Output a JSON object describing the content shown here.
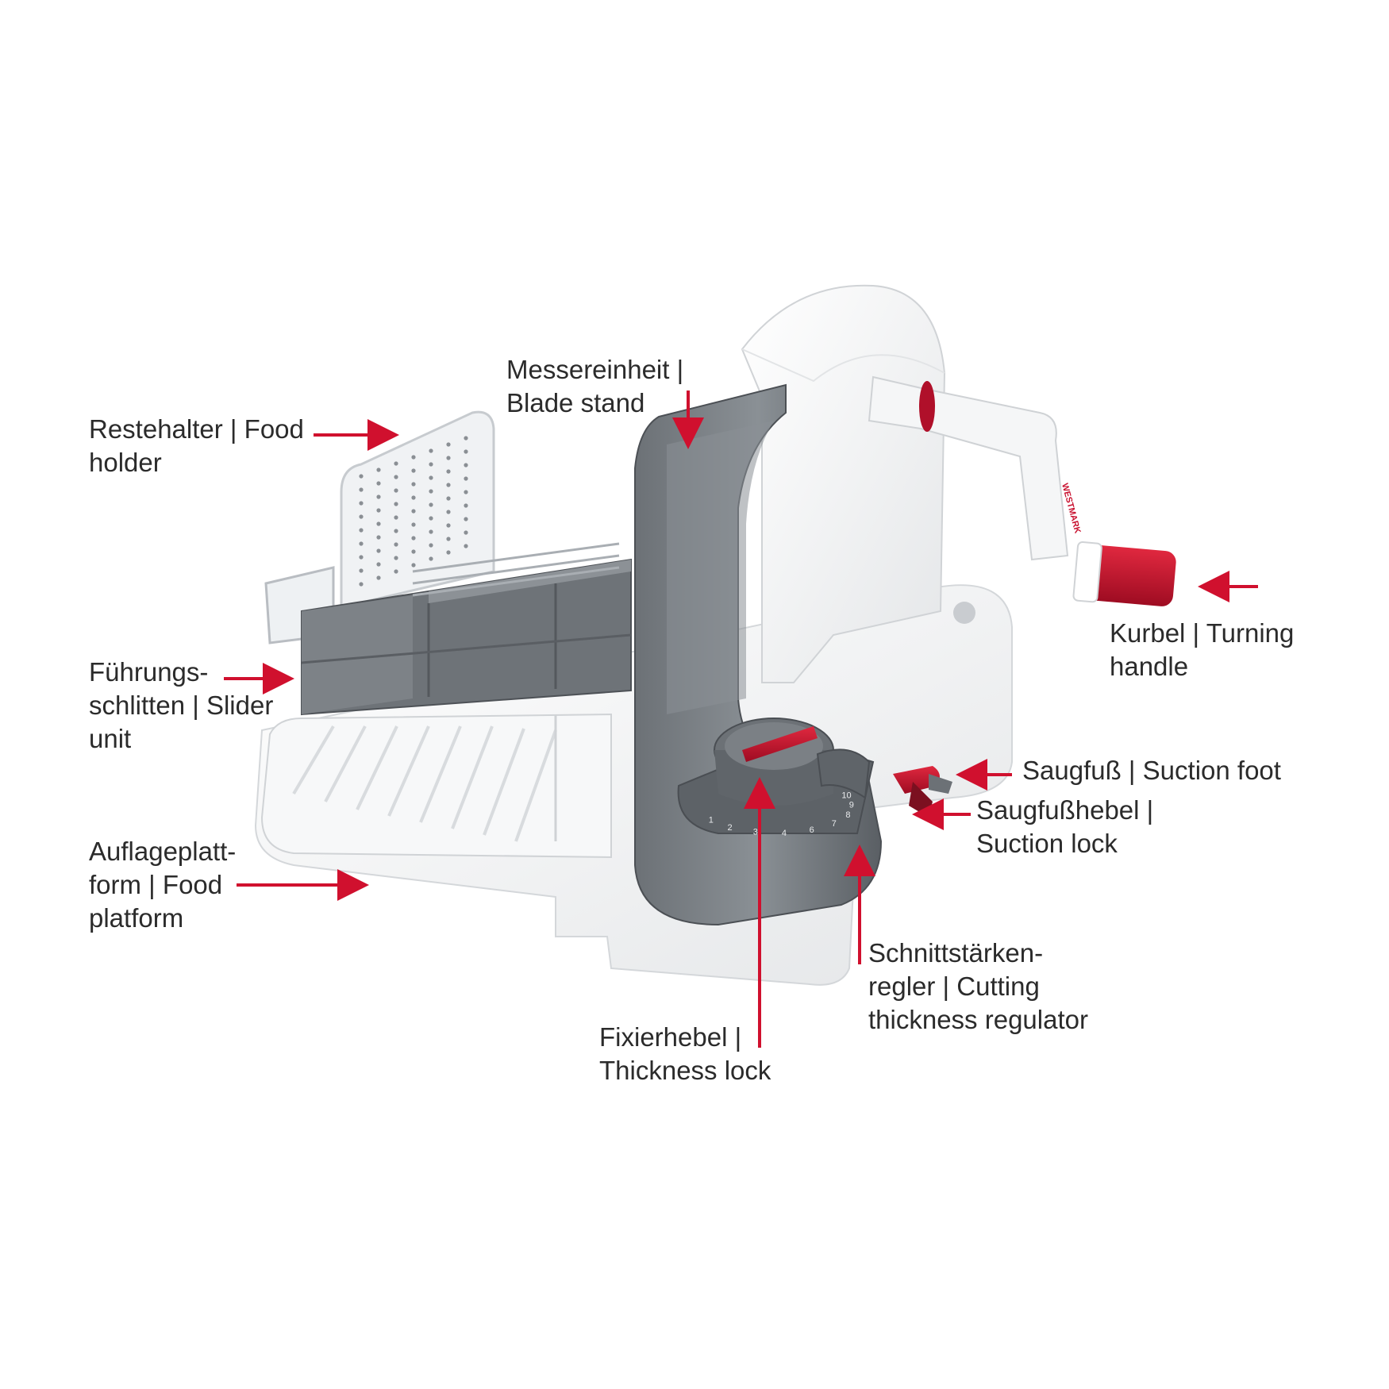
{
  "labels": {
    "messereinheit": [
      "Messereinheit |",
      "Blade stand"
    ],
    "restehalter": [
      "Restehalter | Food",
      "holder"
    ],
    "fuehrungsschlitten": [
      "Führungs-",
      "schlitten | Slider",
      "unit"
    ],
    "auflageplattform": [
      "Auflageplatt-",
      "form | Food",
      "platform"
    ],
    "kurbel": [
      "Kurbel | Turning",
      "handle"
    ],
    "saugfuss": [
      "Saugfuß | Suction foot"
    ],
    "saugfusshebel": [
      "Saugfußhebel |",
      "Suction lock"
    ],
    "schnittstaerkenregler": [
      "Schnittstärken-",
      "regler | Cutting",
      "thickness regulator"
    ],
    "fixierhebel": [
      "Fixierhebel |",
      "Thickness lock"
    ]
  },
  "dial_numbers": [
    "1",
    "2",
    "3",
    "4",
    "6",
    "7",
    "8",
    "9",
    "10"
  ],
  "brand_mark": "WESTMARK",
  "colors": {
    "arrow": "#d0102e",
    "text": "#2b2b2b",
    "body_white": "#f3f4f5",
    "gray_dark": "#5e6368",
    "gray_mid": "#7a8085",
    "red_accent": "#c8102e"
  }
}
